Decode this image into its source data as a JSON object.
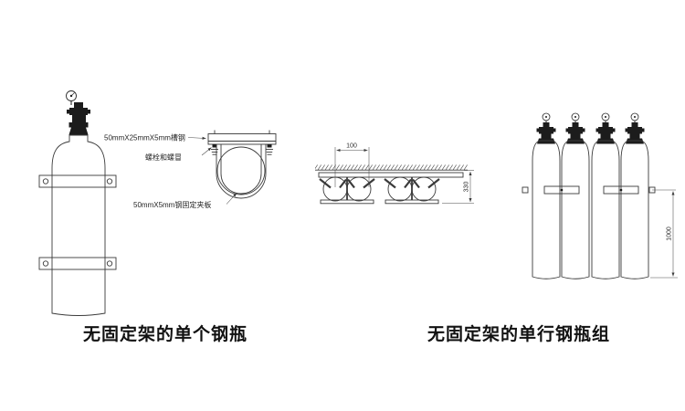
{
  "drawing": {
    "background": "#ffffff",
    "line_color": "#3a3a3a",
    "valve_color": "#1c1c1c"
  },
  "captions": {
    "left": "无固定架的单个钢瓶",
    "right": "无固定架的单行钢瓶组"
  },
  "clamp_detail": {
    "channel_label": "50mmX25mmX5mm槽钢",
    "bolt_label": "螺栓和螺冒",
    "plate_label": "50mmX5mm钢固定夹板"
  },
  "top_view": {
    "width_dim": "100",
    "height_dim": "330"
  },
  "cylinder_group": {
    "height_dim": "1000"
  }
}
